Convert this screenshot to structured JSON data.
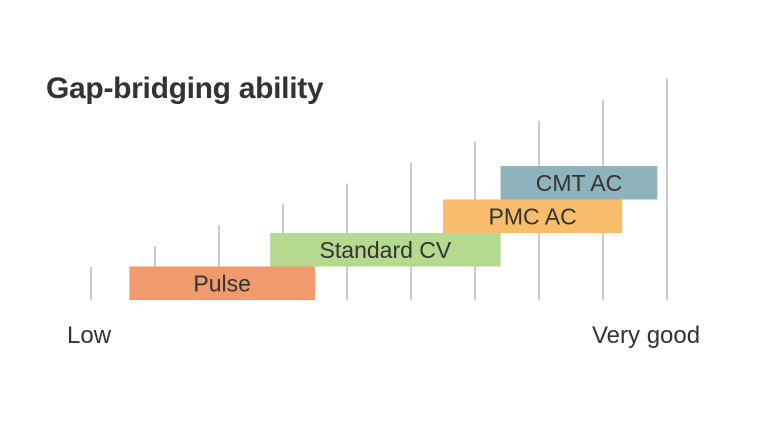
{
  "chart_data": {
    "type": "bar",
    "subtype": "range-bar",
    "title": "Gap-bridging ability",
    "xlabel_low": "Low",
    "xlabel_high": "Very good",
    "xlim": [
      0,
      9
    ],
    "gridlines": [
      0,
      1,
      2,
      3,
      4,
      5,
      6,
      7,
      8,
      9
    ],
    "series": [
      {
        "name": "Pulse",
        "start": 0.6,
        "end": 3.5,
        "color": "#f09a6e"
      },
      {
        "name": "Standard CV",
        "start": 2.8,
        "end": 6.4,
        "color": "#b5d98f"
      },
      {
        "name": "PMC AC",
        "start": 5.5,
        "end": 8.3,
        "color": "#f8bd6c"
      },
      {
        "name": "CMT AC",
        "start": 6.4,
        "end": 8.85,
        "color": "#8fb3bc"
      }
    ],
    "text_color": "#333333",
    "grid_color": "#b0b0b0"
  }
}
